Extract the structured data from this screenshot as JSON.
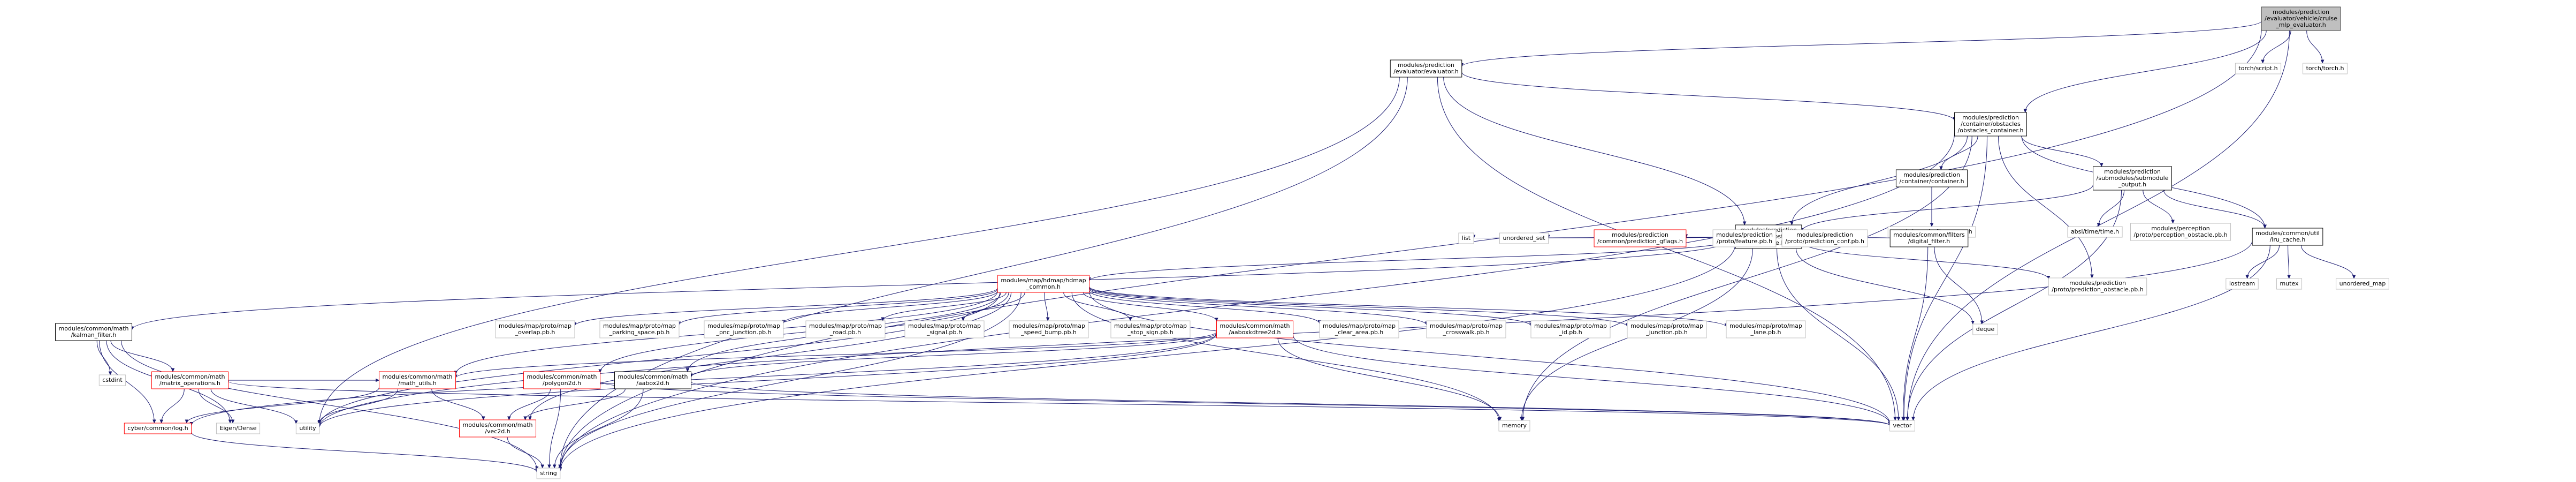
{
  "graph": {
    "nodes": [
      {
        "id": "root",
        "lines": [
          "modules/prediction",
          "/evaluator/vehicle/cruise",
          "_mlp_evaluator.h"
        ],
        "style": "root"
      },
      {
        "id": "evaluator",
        "lines": [
          "modules/prediction",
          "/evaluator/evaluator.h"
        ],
        "style": "black"
      },
      {
        "id": "torch_script",
        "lines": [
          "torch/script.h"
        ],
        "style": "gray"
      },
      {
        "id": "torch_torch",
        "lines": [
          "torch/torch.h"
        ],
        "style": "gray"
      },
      {
        "id": "obstacles_container",
        "lines": [
          "modules/prediction",
          "/container/obstacles",
          "/obstacles_container.h"
        ],
        "style": "black"
      },
      {
        "id": "container",
        "lines": [
          "modules/prediction",
          "/container/container.h"
        ],
        "style": "black"
      },
      {
        "id": "submodule_output",
        "lines": [
          "modules/prediction",
          "/submodules/submodule",
          "_output.h"
        ],
        "style": "black"
      },
      {
        "id": "lru_cache",
        "lines": [
          "modules/common/util",
          "/lru_cache.h"
        ],
        "style": "black"
      },
      {
        "id": "protobuf_message",
        "lines": [
          "google/protobuf/message.h"
        ],
        "style": "gray"
      },
      {
        "id": "abseil_time",
        "lines": [
          "absl/time/time.h"
        ],
        "style": "gray"
      },
      {
        "id": "perception_obstacle_pb",
        "lines": [
          "modules/perception",
          "/proto/perception_obstacle.pb.h"
        ],
        "style": "gray"
      },
      {
        "id": "obstacle",
        "lines": [
          "modules/prediction",
          "/container/obstacles",
          "/obstacle.h"
        ],
        "style": "black"
      },
      {
        "id": "list",
        "lines": [
          "list"
        ],
        "style": "gray"
      },
      {
        "id": "unordered_set",
        "lines": [
          "unordered_set"
        ],
        "style": "gray"
      },
      {
        "id": "prediction_gflags",
        "lines": [
          "modules/prediction",
          "/common/prediction_gflags.h"
        ],
        "style": "red"
      },
      {
        "id": "feature_pb",
        "lines": [
          "modules/prediction",
          "/proto/feature.pb.h"
        ],
        "style": "gray"
      },
      {
        "id": "prediction_conf_pb",
        "lines": [
          "modules/prediction",
          "/proto/prediction_conf.pb.h"
        ],
        "style": "gray"
      },
      {
        "id": "digital_filter",
        "lines": [
          "modules/common/filters",
          "/digital_filter.h"
        ],
        "style": "black"
      },
      {
        "id": "prediction_obstacle_pb",
        "lines": [
          "modules/prediction",
          "/proto/prediction_obstacle.pb.h"
        ],
        "style": "gray"
      },
      {
        "id": "iostream",
        "lines": [
          "iostream"
        ],
        "style": "gray"
      },
      {
        "id": "mutex",
        "lines": [
          "mutex"
        ],
        "style": "gray"
      },
      {
        "id": "unordered_map",
        "lines": [
          "unordered_map"
        ],
        "style": "gray"
      },
      {
        "id": "hdmap_common",
        "lines": [
          "modules/map/hdmap/hdmap",
          "_common.h"
        ],
        "style": "red"
      },
      {
        "id": "kalman_filter",
        "lines": [
          "modules/common/math",
          "/kalman_filter.h"
        ],
        "style": "black"
      },
      {
        "id": "overlap_pb",
        "lines": [
          "modules/map/proto/map",
          "_overlap.pb.h"
        ],
        "style": "gray"
      },
      {
        "id": "parking_space_pb",
        "lines": [
          "modules/map/proto/map",
          "_parking_space.pb.h"
        ],
        "style": "gray"
      },
      {
        "id": "pnc_junction_pb",
        "lines": [
          "modules/map/proto/map",
          "_pnc_junction.pb.h"
        ],
        "style": "gray"
      },
      {
        "id": "road_pb",
        "lines": [
          "modules/map/proto/map",
          "_road.pb.h"
        ],
        "style": "gray"
      },
      {
        "id": "signal_pb",
        "lines": [
          "modules/map/proto/map",
          "_signal.pb.h"
        ],
        "style": "gray"
      },
      {
        "id": "speed_bump_pb",
        "lines": [
          "modules/map/proto/map",
          "_speed_bump.pb.h"
        ],
        "style": "gray"
      },
      {
        "id": "stop_sign_pb",
        "lines": [
          "modules/map/proto/map",
          "_stop_sign.pb.h"
        ],
        "style": "gray"
      },
      {
        "id": "aaboxkdtree2d",
        "lines": [
          "modules/common/math",
          "/aaboxkdtree2d.h"
        ],
        "style": "red"
      },
      {
        "id": "clear_area_pb",
        "lines": [
          "modules/map/proto/map",
          "_clear_area.pb.h"
        ],
        "style": "gray"
      },
      {
        "id": "crosswalk_pb",
        "lines": [
          "modules/map/proto/map",
          "_crosswalk.pb.h"
        ],
        "style": "gray"
      },
      {
        "id": "id_pb",
        "lines": [
          "modules/map/proto/map",
          "_id.pb.h"
        ],
        "style": "gray"
      },
      {
        "id": "junction_pb",
        "lines": [
          "modules/map/proto/map",
          "_junction.pb.h"
        ],
        "style": "gray"
      },
      {
        "id": "lane_pb",
        "lines": [
          "modules/map/proto/map",
          "_lane.pb.h"
        ],
        "style": "gray"
      },
      {
        "id": "deque",
        "lines": [
          "deque"
        ],
        "style": "gray"
      },
      {
        "id": "cstdint",
        "lines": [
          "cstdint"
        ],
        "style": "gray"
      },
      {
        "id": "matrix_operations",
        "lines": [
          "modules/common/math",
          "/matrix_operations.h"
        ],
        "style": "red"
      },
      {
        "id": "math_utils",
        "lines": [
          "modules/common/math",
          "/math_utils.h"
        ],
        "style": "red"
      },
      {
        "id": "polygon2d",
        "lines": [
          "modules/common/math",
          "/polygon2d.h"
        ],
        "style": "red"
      },
      {
        "id": "aabox2d",
        "lines": [
          "modules/common/math",
          "/aabox2d.h"
        ],
        "style": "black"
      },
      {
        "id": "memory",
        "lines": [
          "memory"
        ],
        "style": "gray"
      },
      {
        "id": "vector",
        "lines": [
          "vector"
        ],
        "style": "gray"
      },
      {
        "id": "cyber_log",
        "lines": [
          "cyber/common/log.h"
        ],
        "style": "red"
      },
      {
        "id": "eigen_dense",
        "lines": [
          "Eigen/Dense"
        ],
        "style": "gray"
      },
      {
        "id": "utility",
        "lines": [
          "utility"
        ],
        "style": "gray"
      },
      {
        "id": "vec2d",
        "lines": [
          "modules/common/math",
          "/vec2d.h"
        ],
        "style": "red"
      },
      {
        "id": "string",
        "lines": [
          "string"
        ],
        "style": "gray"
      }
    ],
    "edges": [
      [
        "root",
        "evaluator"
      ],
      [
        "root",
        "torch_script"
      ],
      [
        "root",
        "torch_torch"
      ],
      [
        "root",
        "obstacles_container"
      ],
      [
        "root",
        "vector"
      ],
      [
        "root",
        "string"
      ],
      [
        "evaluator",
        "obstacles_container"
      ],
      [
        "evaluator",
        "obstacle"
      ],
      [
        "evaluator",
        "string"
      ],
      [
        "evaluator",
        "utility"
      ],
      [
        "evaluator",
        "vector"
      ],
      [
        "obstacles_container",
        "container"
      ],
      [
        "obstacles_container",
        "submodule_output"
      ],
      [
        "obstacles_container",
        "lru_cache"
      ],
      [
        "obstacles_container",
        "obstacle"
      ],
      [
        "obstacles_container",
        "memory"
      ],
      [
        "obstacles_container",
        "vector"
      ],
      [
        "obstacles_container",
        "string"
      ],
      [
        "obstacles_container",
        "prediction_obstacle_pb"
      ],
      [
        "container",
        "protobuf_message"
      ],
      [
        "submodule_output",
        "abseil_time"
      ],
      [
        "submodule_output",
        "perception_obstacle_pb"
      ],
      [
        "submodule_output",
        "obstacle"
      ],
      [
        "submodule_output",
        "lru_cache"
      ],
      [
        "submodule_output",
        "vector"
      ],
      [
        "lru_cache",
        "iostream"
      ],
      [
        "lru_cache",
        "mutex"
      ],
      [
        "lru_cache",
        "unordered_map"
      ],
      [
        "lru_cache",
        "vector"
      ],
      [
        "lru_cache",
        "utility"
      ],
      [
        "obstacle",
        "list"
      ],
      [
        "obstacle",
        "unordered_set"
      ],
      [
        "obstacle",
        "prediction_gflags"
      ],
      [
        "obstacle",
        "feature_pb"
      ],
      [
        "obstacle",
        "prediction_conf_pb"
      ],
      [
        "obstacle",
        "digital_filter"
      ],
      [
        "obstacle",
        "prediction_obstacle_pb"
      ],
      [
        "obstacle",
        "hdmap_common"
      ],
      [
        "obstacle",
        "kalman_filter"
      ],
      [
        "obstacle",
        "memory"
      ],
      [
        "obstacle",
        "string"
      ],
      [
        "obstacle",
        "deque"
      ],
      [
        "obstacle",
        "vector"
      ],
      [
        "digital_filter",
        "deque"
      ],
      [
        "digital_filter",
        "vector"
      ],
      [
        "hdmap_common",
        "overlap_pb"
      ],
      [
        "hdmap_common",
        "parking_space_pb"
      ],
      [
        "hdmap_common",
        "pnc_junction_pb"
      ],
      [
        "hdmap_common",
        "road_pb"
      ],
      [
        "hdmap_common",
        "signal_pb"
      ],
      [
        "hdmap_common",
        "speed_bump_pb"
      ],
      [
        "hdmap_common",
        "stop_sign_pb"
      ],
      [
        "hdmap_common",
        "aaboxkdtree2d"
      ],
      [
        "hdmap_common",
        "clear_area_pb"
      ],
      [
        "hdmap_common",
        "crosswalk_pb"
      ],
      [
        "hdmap_common",
        "id_pb"
      ],
      [
        "hdmap_common",
        "junction_pb"
      ],
      [
        "hdmap_common",
        "lane_pb"
      ],
      [
        "hdmap_common",
        "math_utils"
      ],
      [
        "hdmap_common",
        "polygon2d"
      ],
      [
        "hdmap_common",
        "aabox2d"
      ],
      [
        "hdmap_common",
        "vec2d"
      ],
      [
        "hdmap_common",
        "memory"
      ],
      [
        "hdmap_common",
        "vector"
      ],
      [
        "hdmap_common",
        "string"
      ],
      [
        "hdmap_common",
        "utility"
      ],
      [
        "aaboxkdtree2d",
        "aabox2d"
      ],
      [
        "aaboxkdtree2d",
        "math_utils"
      ],
      [
        "aaboxkdtree2d",
        "cyber_log"
      ],
      [
        "aaboxkdtree2d",
        "memory"
      ],
      [
        "aaboxkdtree2d",
        "vector"
      ],
      [
        "aaboxkdtree2d",
        "utility"
      ],
      [
        "kalman_filter",
        "cstdint"
      ],
      [
        "kalman_filter",
        "matrix_operations"
      ],
      [
        "kalman_filter",
        "cyber_log"
      ],
      [
        "kalman_filter",
        "eigen_dense"
      ],
      [
        "kalman_filter",
        "string"
      ],
      [
        "matrix_operations",
        "cyber_log"
      ],
      [
        "matrix_operations",
        "eigen_dense"
      ],
      [
        "matrix_operations",
        "math_utils"
      ],
      [
        "matrix_operations",
        "utility"
      ],
      [
        "matrix_operations",
        "vector"
      ],
      [
        "math_utils",
        "vec2d"
      ],
      [
        "math_utils",
        "utility"
      ],
      [
        "math_utils",
        "cyber_log"
      ],
      [
        "polygon2d",
        "vec2d"
      ],
      [
        "polygon2d",
        "string"
      ],
      [
        "polygon2d",
        "vector"
      ],
      [
        "aabox2d",
        "vec2d"
      ],
      [
        "aabox2d",
        "string"
      ],
      [
        "aabox2d",
        "vector"
      ],
      [
        "vec2d",
        "string"
      ],
      [
        "cyber_log",
        "string"
      ]
    ]
  }
}
